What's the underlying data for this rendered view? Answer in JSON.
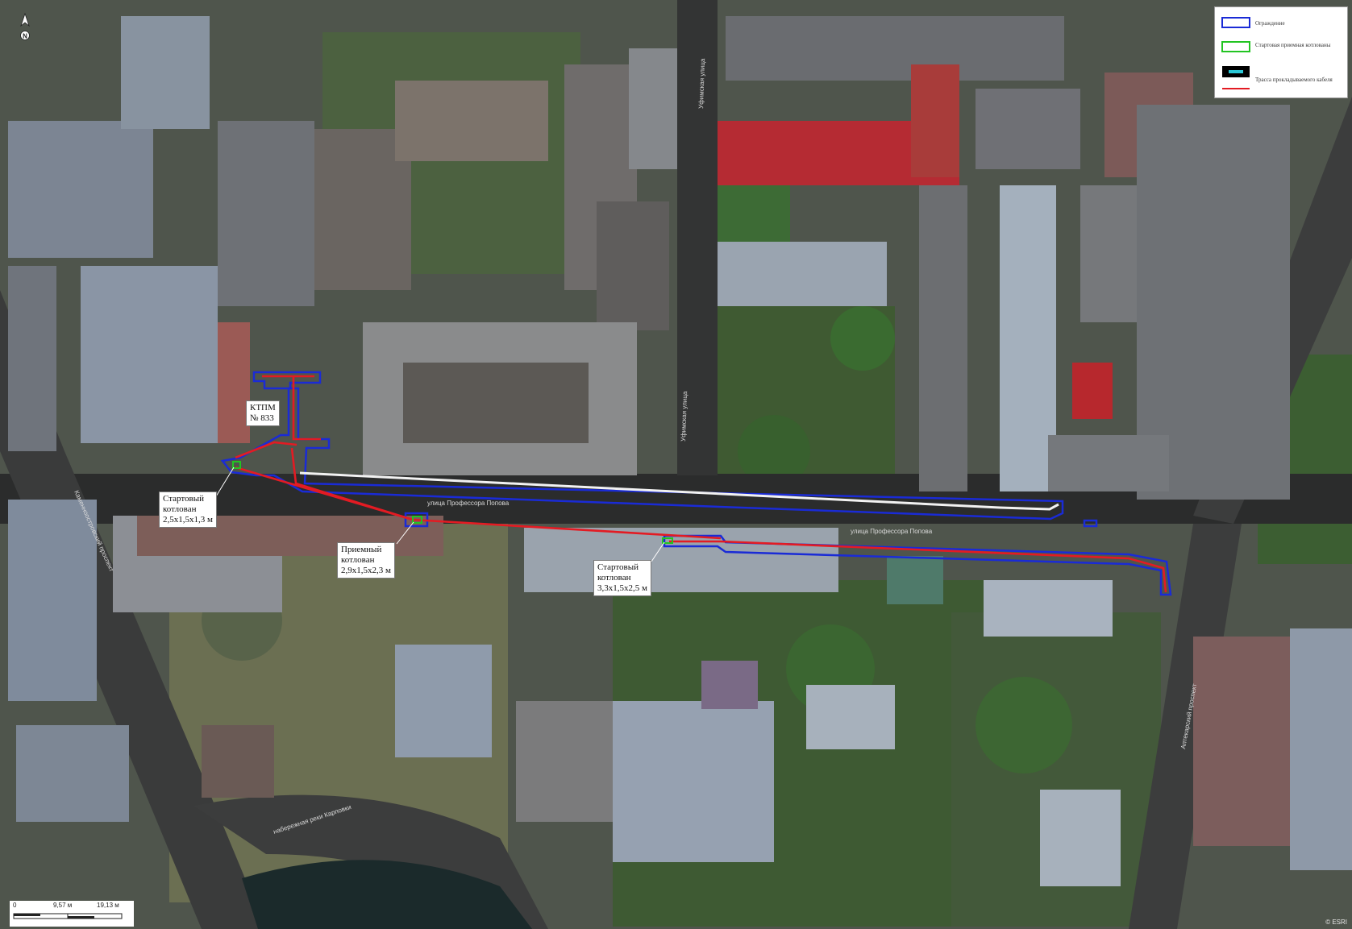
{
  "north_arrow": {
    "label": "N"
  },
  "legend": {
    "items": [
      {
        "swatch_color": "#1a2bd6",
        "swatch_fill": "#ffffff",
        "text": "Ограждение"
      },
      {
        "swatch_color": "#22c422",
        "swatch_fill": "#ffffff",
        "text": "Стартовая приемная котлованы"
      },
      {
        "swatch_color": "#000000",
        "swatch_fill": "#2ac7d6",
        "text": "Трасса прокладываемого кабеля"
      }
    ],
    "cable_line_color": "#e31b23"
  },
  "callouts": {
    "kttm": [
      "КТПМ",
      "№ 833"
    ],
    "start_pit_1": [
      "Стартовый",
      "котлован",
      "2,5х1,5х1,3 м"
    ],
    "receive_pit": [
      "Приемный",
      "котлован",
      "2,9х1,5х2,3 м"
    ],
    "start_pit_2": [
      "Стартовый",
      "котлован",
      "3,3х1,5х2,5 м"
    ]
  },
  "streets": {
    "prof_popova_1": "улица Профессора Попова",
    "prof_popova_2": "улица Профессора Попова",
    "vertical_1": "Уфимская улица",
    "vertical_2": "Уфимская улица",
    "left_avenue": "Каменноостровский проспект",
    "embankment": "набережная реки Карповки",
    "right_avenue": "Аптекарский проспект"
  },
  "scale_bar": {
    "labels": [
      "0",
      "9,57 м",
      "19,13 м"
    ]
  },
  "attribution": "© ESRI",
  "colors": {
    "fence": "#1a2bd6",
    "cable": "#e31b23",
    "pit": "#22c422",
    "trace_fill": "#2ac7d6"
  }
}
